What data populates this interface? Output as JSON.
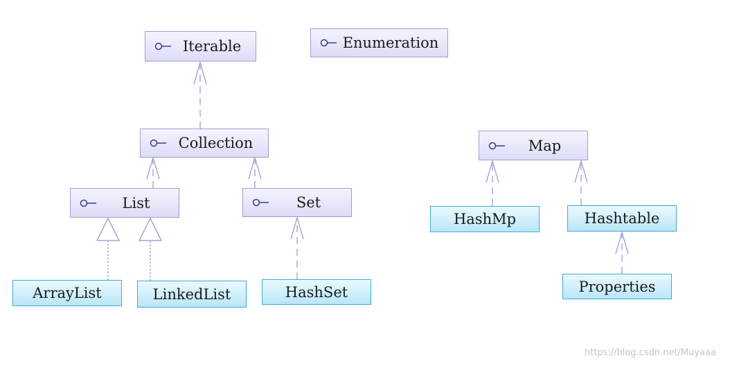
{
  "nodes": {
    "iterable": {
      "label": "Iterable",
      "kind": "interface"
    },
    "enumeration": {
      "label": "Enumeration",
      "kind": "interface"
    },
    "collection": {
      "label": "Collection",
      "kind": "interface"
    },
    "list": {
      "label": "List",
      "kind": "interface"
    },
    "set": {
      "label": "Set",
      "kind": "interface"
    },
    "map": {
      "label": "Map",
      "kind": "interface"
    },
    "arraylist": {
      "label": "ArrayList",
      "kind": "class"
    },
    "linkedlist": {
      "label": "LinkedList",
      "kind": "class"
    },
    "hashset": {
      "label": "HashSet",
      "kind": "class"
    },
    "hashmp": {
      "label": "HashMp",
      "kind": "class"
    },
    "hashtable": {
      "label": "Hashtable",
      "kind": "class"
    },
    "properties": {
      "label": "Properties",
      "kind": "class"
    }
  },
  "edges": [
    {
      "from": "collection",
      "to": "iterable",
      "type": "extends"
    },
    {
      "from": "list",
      "to": "collection",
      "type": "extends"
    },
    {
      "from": "set",
      "to": "collection",
      "type": "extends"
    },
    {
      "from": "arraylist",
      "to": "list",
      "type": "implements"
    },
    {
      "from": "linkedlist",
      "to": "list",
      "type": "implements"
    },
    {
      "from": "hashset",
      "to": "set",
      "type": "extends"
    },
    {
      "from": "hashmp",
      "to": "map",
      "type": "extends"
    },
    {
      "from": "hashtable",
      "to": "map",
      "type": "extends"
    },
    {
      "from": "properties",
      "to": "hashtable",
      "type": "extends"
    }
  ],
  "colors": {
    "interface_border": "#9b9bd8",
    "class_border": "#3fa9d6",
    "connector": "#a8a8dc",
    "dotted_connector": "#9090c8"
  },
  "icons": {
    "interface": "interface-lollipop-icon"
  },
  "watermark": "https://blog.csdn.net/Muyaaa"
}
